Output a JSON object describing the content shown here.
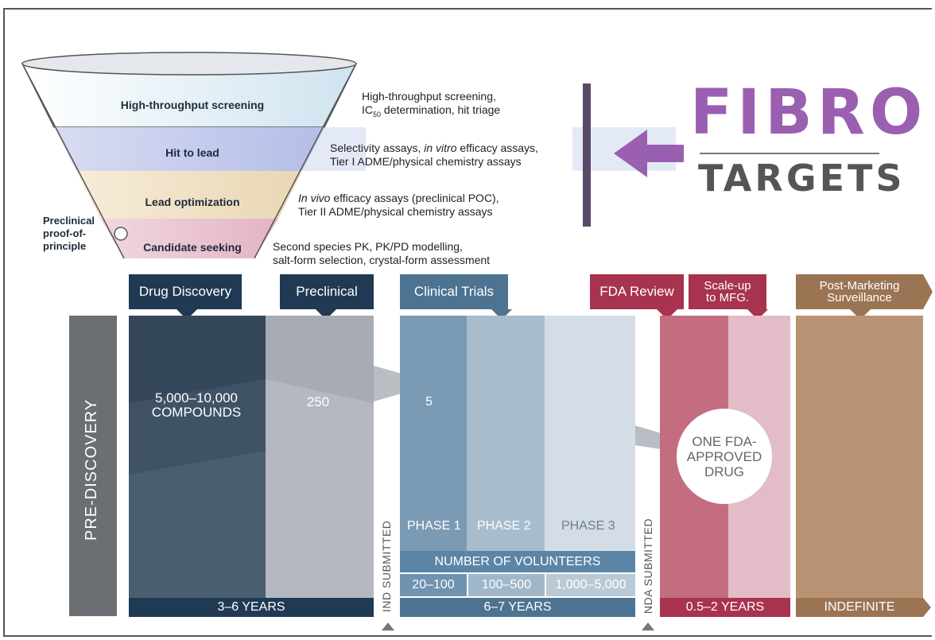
{
  "funnel": {
    "stages": [
      {
        "label": "High-throughput screening",
        "desc_line1": "High-throughput screening,",
        "desc_line2_pre": "IC",
        "desc_line2_sub": "50",
        "desc_line2_post": " determination, hit triage"
      },
      {
        "label": "Hit to lead",
        "desc_line1_pre": "Selectivity assays, ",
        "desc_line1_em": "in vitro",
        "desc_line1_post": " efficacy assays,",
        "desc_line2": "Tier I ADME/physical chemistry assays"
      },
      {
        "label": "Lead optimization",
        "desc_line1_em": "In vivo",
        "desc_line1_post": " efficacy assays (preclinical POC),",
        "desc_line2": "Tier II ADME/physical chemistry assays"
      },
      {
        "label": "Candidate seeking",
        "desc_line1": "Second species PK, PK/PD modelling,",
        "desc_line2": "salt-form selection, crystal-form assessment"
      }
    ],
    "side_label": [
      "Preclinical",
      "proof-of-",
      "principle"
    ]
  },
  "logo": {
    "line1": "FIBRO",
    "line2": "TARGETS",
    "accent": "#9a5fb0"
  },
  "tabs": {
    "drug_discovery": "Drug Discovery",
    "preclinical": "Preclinical",
    "clinical_trials": "Clinical Trials",
    "fda_review": "FDA Review",
    "scale_up": [
      "Scale-up",
      "to MFG."
    ],
    "post_marketing": [
      "Post-Marketing",
      "Surveillance"
    ]
  },
  "pipeline": {
    "pre_discovery": "PRE-DISCOVERY",
    "compounds": [
      "5,000–10,000",
      "COMPOUNDS"
    ],
    "preclinical_count": "250",
    "clinical_count": "5",
    "approved": [
      "ONE FDA-",
      "APPROVED",
      "DRUG"
    ],
    "ind_submitted": "IND SUBMITTED",
    "nda_submitted": "NDA SUBMITTED",
    "phases": [
      "PHASE 1",
      "PHASE 2",
      "PHASE 3"
    ],
    "volunteers_label": "NUMBER OF VOLUNTEERS",
    "volunteers": [
      "20–100",
      "100–500",
      "1,000–5,000"
    ],
    "durations": {
      "discovery": "3–6  YEARS",
      "clinical": "6–7  YEARS",
      "fda": "0.5–2 YEARS",
      "post": "INDEFINITE"
    }
  },
  "colors": {
    "navy": "#1f3a52",
    "steel": "#4d7391",
    "crimson": "#a8334f",
    "tan": "#9b7453",
    "purple": "#9a5fb0"
  }
}
